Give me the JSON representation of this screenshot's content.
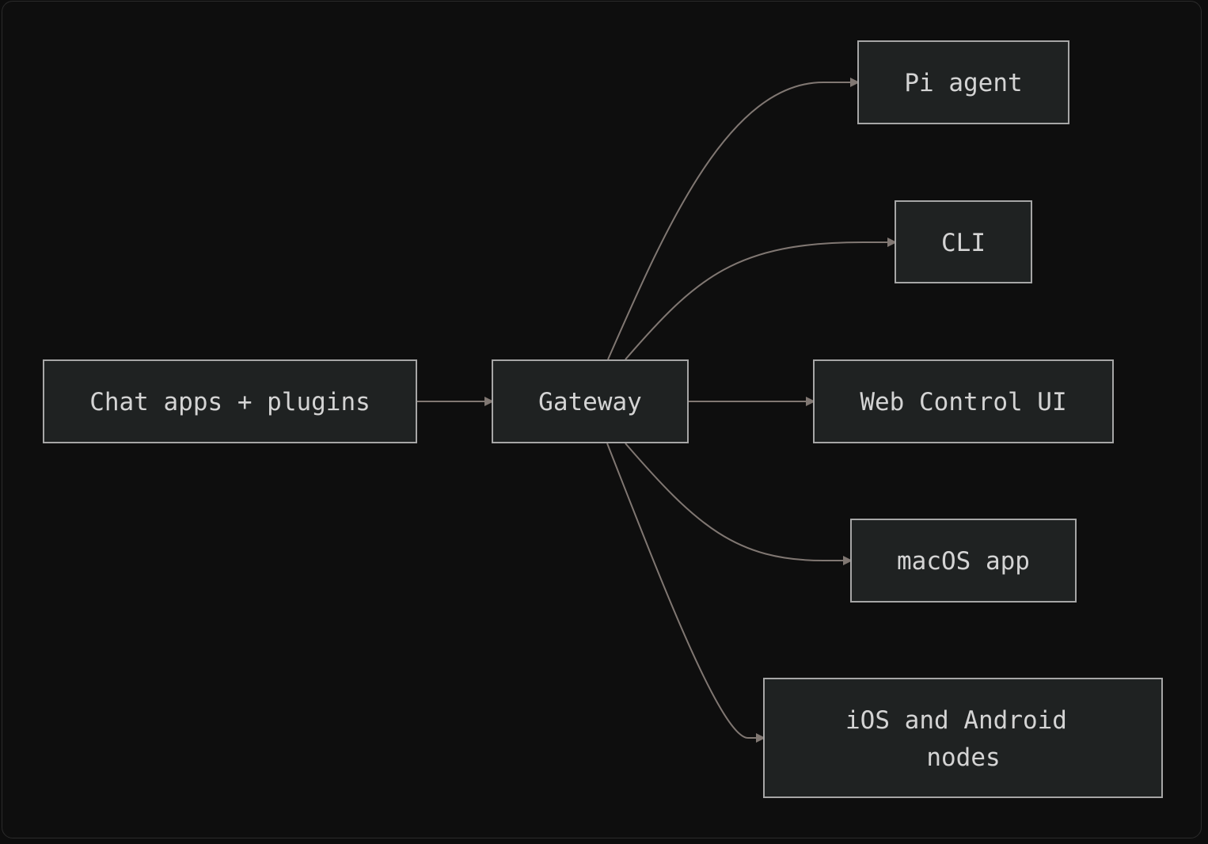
{
  "diagram": {
    "nodes": [
      {
        "id": "chat",
        "lines": [
          "Chat apps + plugins"
        ]
      },
      {
        "id": "gateway",
        "lines": [
          "Gateway"
        ]
      },
      {
        "id": "pi",
        "lines": [
          "Pi agent"
        ]
      },
      {
        "id": "cli",
        "lines": [
          "CLI"
        ]
      },
      {
        "id": "web",
        "lines": [
          "Web Control UI"
        ]
      },
      {
        "id": "macos",
        "lines": [
          "macOS app"
        ]
      },
      {
        "id": "mobile",
        "lines": [
          "iOS and Android",
          "nodes"
        ]
      }
    ],
    "edges": [
      {
        "from": "chat",
        "to": "gateway"
      },
      {
        "from": "gateway",
        "to": "pi"
      },
      {
        "from": "gateway",
        "to": "cli"
      },
      {
        "from": "gateway",
        "to": "web"
      },
      {
        "from": "gateway",
        "to": "macos"
      },
      {
        "from": "gateway",
        "to": "mobile"
      }
    ],
    "colors": {
      "background": "#0e0e0e",
      "node_fill": "#1f2222",
      "node_border": "#a6a6a6",
      "text": "#d4d4d4",
      "edge": "#807772"
    }
  }
}
